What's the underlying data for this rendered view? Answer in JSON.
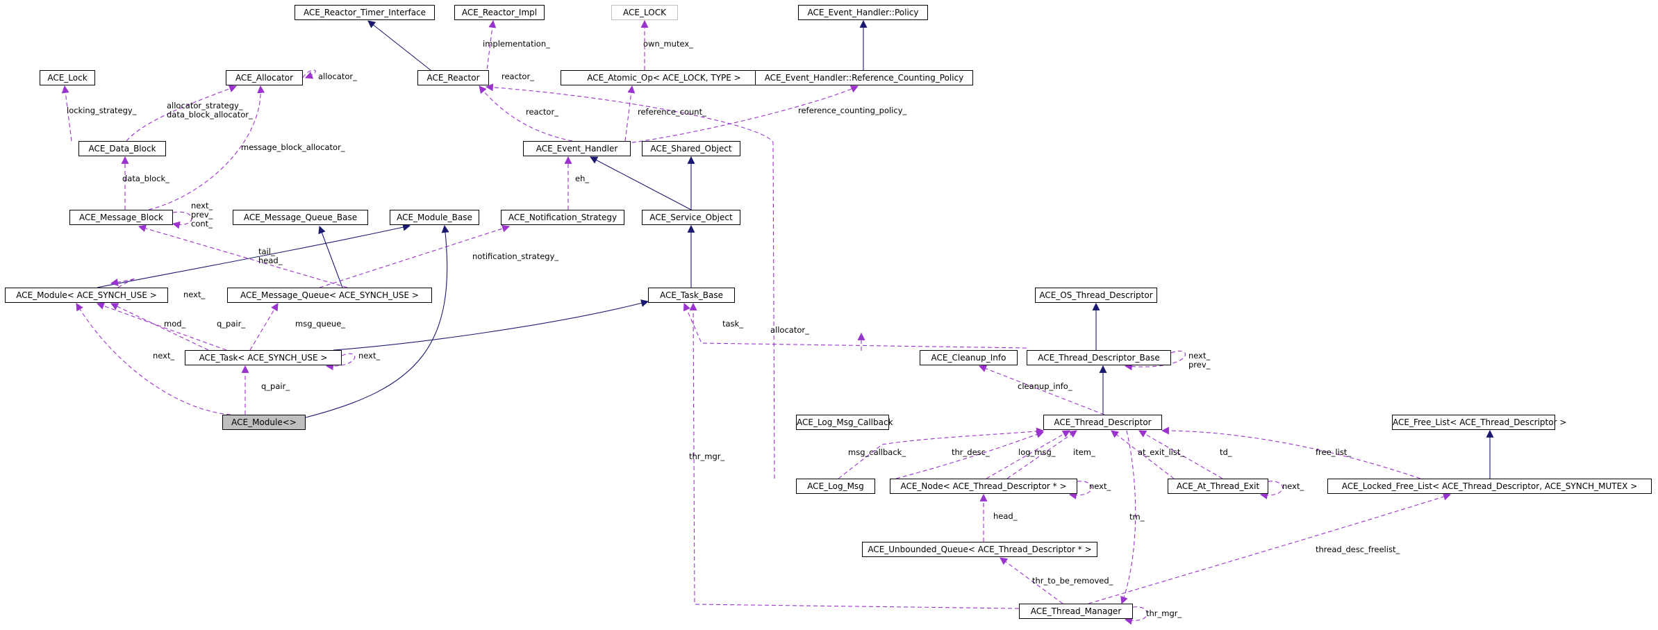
{
  "diagram": {
    "nodes": [
      {
        "id": "rti",
        "label": "ACE_Reactor_Timer_Interface"
      },
      {
        "id": "rimpl",
        "label": "ACE_Reactor_Impl"
      },
      {
        "id": "lock_tpl",
        "label": "ACE_LOCK"
      },
      {
        "id": "policy",
        "label": "ACE_Event_Handler::Policy"
      },
      {
        "id": "lock",
        "label": "ACE_Lock"
      },
      {
        "id": "alloc",
        "label": "ACE_Allocator"
      },
      {
        "id": "reactor",
        "label": "ACE_Reactor"
      },
      {
        "id": "atomic",
        "label": "ACE_Atomic_Op< ACE_LOCK, TYPE >"
      },
      {
        "id": "rcp",
        "label": "ACE_Event_Handler::Reference_Counting_Policy"
      },
      {
        "id": "datablock",
        "label": "ACE_Data_Block"
      },
      {
        "id": "evh",
        "label": "ACE_Event_Handler"
      },
      {
        "id": "shobj",
        "label": "ACE_Shared_Object"
      },
      {
        "id": "msgblk",
        "label": "ACE_Message_Block"
      },
      {
        "id": "mqb",
        "label": "ACE_Message_Queue_Base"
      },
      {
        "id": "modbase",
        "label": "ACE_Module_Base"
      },
      {
        "id": "notif",
        "label": "ACE_Notification_Strategy"
      },
      {
        "id": "svcobj",
        "label": "ACE_Service_Object"
      },
      {
        "id": "module_s",
        "label": "ACE_Module< ACE_SYNCH_USE >"
      },
      {
        "id": "mq_s",
        "label": "ACE_Message_Queue< ACE_SYNCH_USE >"
      },
      {
        "id": "taskbase",
        "label": "ACE_Task_Base"
      },
      {
        "id": "ostd",
        "label": "ACE_OS_Thread_Descriptor"
      },
      {
        "id": "task_s",
        "label": "ACE_Task< ACE_SYNCH_USE >"
      },
      {
        "id": "cleanup",
        "label": "ACE_Cleanup_Info"
      },
      {
        "id": "tdb",
        "label": "ACE_Thread_Descriptor_Base"
      },
      {
        "id": "module_e",
        "label": "ACE_Module<>"
      },
      {
        "id": "logcb",
        "label": "ACE_Log_Msg_Callback"
      },
      {
        "id": "td",
        "label": "ACE_Thread_Descriptor"
      },
      {
        "id": "freelist",
        "label": "ACE_Free_List< ACE_Thread_Descriptor >"
      },
      {
        "id": "logmsg",
        "label": "ACE_Log_Msg"
      },
      {
        "id": "node_td",
        "label": "ACE_Node< ACE_Thread_Descriptor * >"
      },
      {
        "id": "ate",
        "label": "ACE_At_Thread_Exit"
      },
      {
        "id": "lfl",
        "label": "ACE_Locked_Free_List< ACE_Thread_Descriptor, ACE_SYNCH_MUTEX >"
      },
      {
        "id": "ubq",
        "label": "ACE_Unbounded_Queue< ACE_Thread_Descriptor * >"
      },
      {
        "id": "tm",
        "label": "ACE_Thread_Manager"
      }
    ],
    "edge_labels": [
      "implementation_",
      "own_mutex_",
      "allocator_",
      "reactor_",
      "locking_strategy_",
      "allocator_strategy_\ndata_block_allocator_",
      "reactor_",
      "reference_count_",
      "reference_counting_policy_",
      "message_block_allocator_",
      "data_block_",
      "eh_",
      "next_\nprev_\ncont_",
      "tail_\nhead_",
      "notification_strategy_",
      "next_",
      "mod_",
      "q_pair_",
      "msg_queue_",
      "task_",
      "allocator_",
      "next_\nprev_",
      "next_",
      "next_",
      "q_pair_",
      "cleanup_info_",
      "thr_desc_",
      "log_msg_",
      "item_",
      "at_exit_list_",
      "td_",
      "free_list_",
      "msg_callback_",
      "thr_mgr_",
      "next_",
      "next_",
      "tm_",
      "head_",
      "thread_desc_freelist_",
      "thr_to_be_removed_",
      "thr_mgr_"
    ],
    "colors": {
      "inheritance_edge": "#191970",
      "usage_edge": "#9a32cd",
      "node_border": "#000000",
      "template_node_border": "#bfbfbf",
      "selected_node_fill": "#bfbfbf"
    }
  }
}
